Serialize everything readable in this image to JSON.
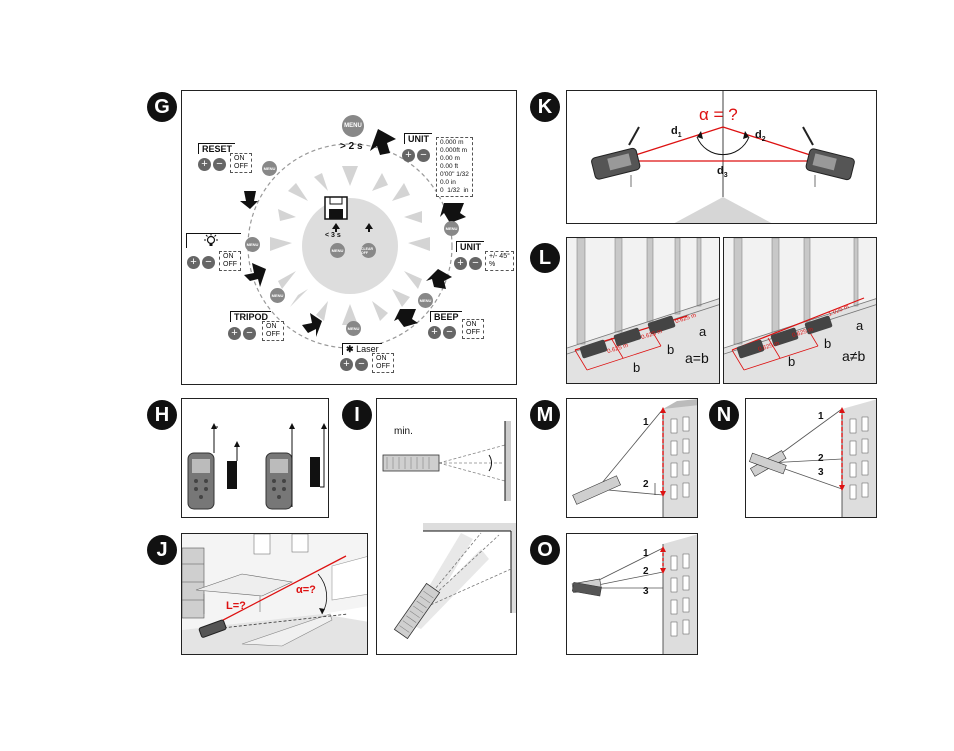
{
  "badges": {
    "G": "G",
    "H": "H",
    "I": "I",
    "J": "J",
    "K": "K",
    "L": "L",
    "M": "M",
    "N": "N",
    "O": "O"
  },
  "G": {
    "menu_label": "MENU",
    "long_press": "> 2 s",
    "short_press": "< 3 s",
    "clear_label": "CLEAR OFF",
    "reset": {
      "title": "RESET",
      "options": "ON\nOFF"
    },
    "unit": {
      "title": "UNIT",
      "options": "0.000 m\n0.000ft m\n0.00 m\n0.00 ft\n0'00\" 1/32\n0.0 in\n0  1/32  in"
    },
    "unit_angle": {
      "title": "UNIT",
      "options": "+/- 45°\n%"
    },
    "beep": {
      "title": "BEEP",
      "options": "ON\nOFF"
    },
    "laser": {
      "title": "Laser",
      "options": "ON\nOFF"
    },
    "tripod": {
      "title": "TRIPOD",
      "options": "ON\nOFF"
    },
    "light": {
      "options": "ON\nOFF"
    },
    "plus": "+",
    "minus": "−"
  },
  "I": {
    "min_label": "min."
  },
  "J": {
    "length_label": "L=?",
    "angle_label": "α=?"
  },
  "K": {
    "angle_label": "α = ?",
    "d1": "d",
    "d1_sub": "1",
    "d2": "d",
    "d2_sub": "2",
    "d3": "d",
    "d3_sub": "3"
  },
  "L": {
    "left": {
      "a": "a",
      "b1": "b",
      "b2": "b",
      "equation": "a=b",
      "dims": [
        "0.625 m",
        "0.625 m",
        "0.625 m"
      ]
    },
    "right": {
      "a": "a",
      "b1": "b",
      "b2": "b",
      "equation": "a≠b",
      "dims": [
        "1.025 m",
        "0.625 m",
        "0.625 m"
      ]
    }
  },
  "M": {
    "n1": "1",
    "n2": "2"
  },
  "N": {
    "n1": "1",
    "n2": "2",
    "n3": "3"
  },
  "O": {
    "n1": "1",
    "n2": "2",
    "n3": "3"
  }
}
